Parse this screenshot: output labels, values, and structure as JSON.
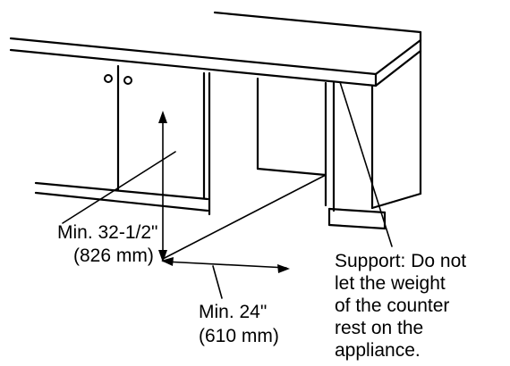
{
  "labels": {
    "height_line1": "Min. 32-1/2\"",
    "height_line2": "(826 mm)",
    "width_line1": "Min. 24\"",
    "width_line2": "(610 mm)",
    "support_line1": "Support: Do not",
    "support_line2": "let the weight",
    "support_line3": "of the counter",
    "support_line4": "rest on the",
    "support_line5": "appliance."
  },
  "colors": {
    "line": "#000000",
    "background": "#ffffff"
  }
}
